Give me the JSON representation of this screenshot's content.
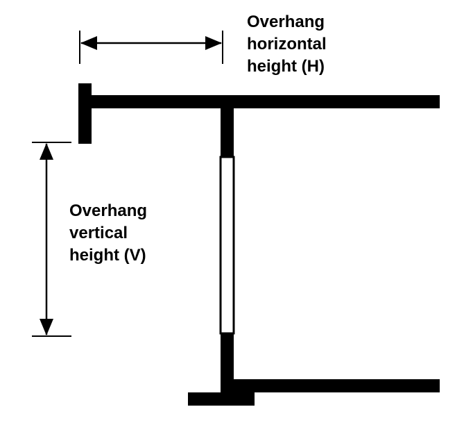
{
  "labels": {
    "horizontal": {
      "line1": "Overhang",
      "line2": "horizontal",
      "line3": "height (H)"
    },
    "vertical": {
      "line1": "Overhang",
      "line2": "vertical",
      "line3": "height (V)"
    }
  },
  "colors": {
    "structure": "#000000",
    "glass": "#ffffff",
    "background": "#ffffff"
  }
}
